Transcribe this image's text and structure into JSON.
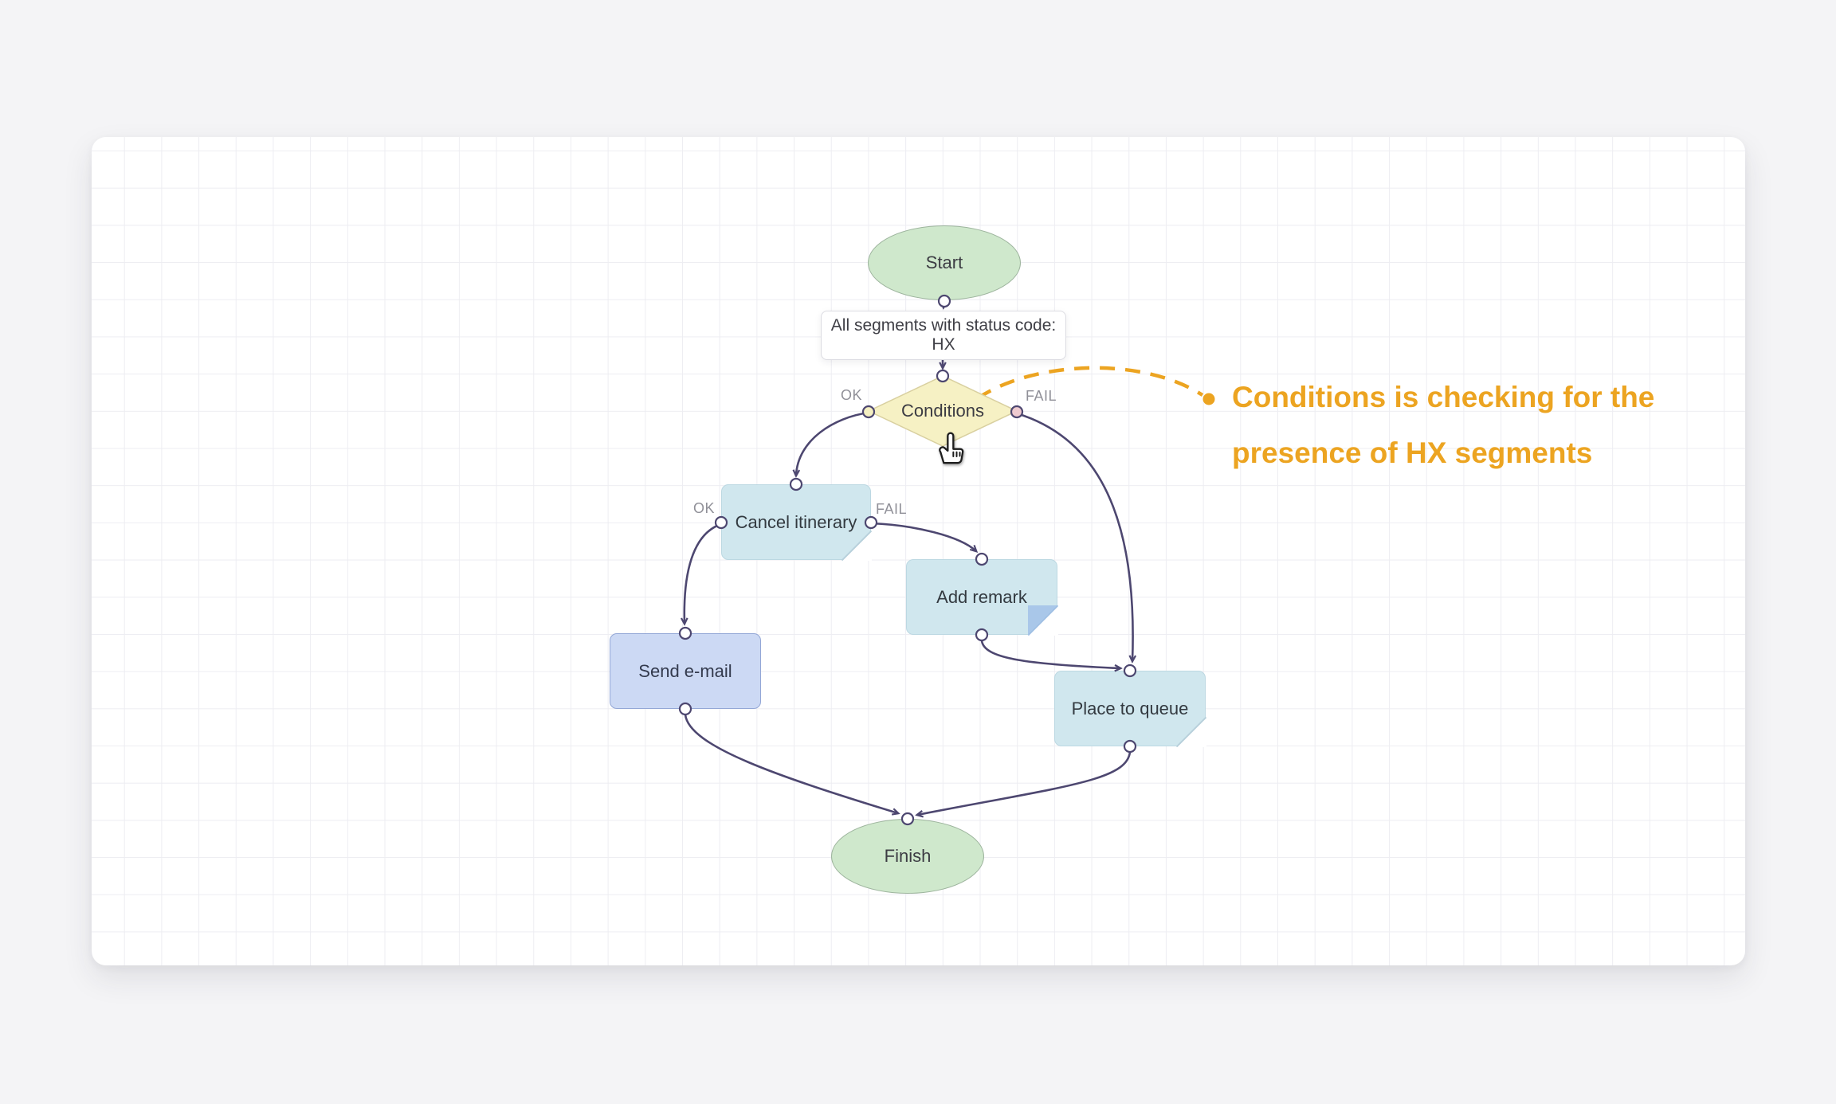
{
  "palette": {
    "page_background": "#f4f4f6",
    "canvas_background": "#ffffff",
    "grid_line": "#ededf2",
    "edge_color": "#4d4770",
    "start_finish_fill": "#cfe8cc",
    "start_finish_border": "#9db49d",
    "condition_fill": "#f6f1c4",
    "condition_border": "#d9d0a0",
    "action_fill": "#d0e7ee",
    "action_border": "#bcd8e2",
    "email_fill": "#ccd9f4",
    "email_border": "#93a7d6",
    "ok_port_fill": "#f4efc1",
    "fail_port_fill": "#eecacf",
    "annotation_orange": "#eca421",
    "port_label_gray": "#909098"
  },
  "nodes": {
    "start": {
      "label": "Start"
    },
    "trigger": {
      "label": "All segments with status code: HX"
    },
    "conditions": {
      "label": "Conditions",
      "ok": "OK",
      "fail": "FAIL"
    },
    "cancel_itinerary": {
      "label": "Cancel itinerary",
      "ok": "OK",
      "fail": "FAIL"
    },
    "add_remark": {
      "label": "Add remark"
    },
    "send_email": {
      "label": "Send e-mail"
    },
    "place_to_queue": {
      "label": "Place to queue"
    },
    "finish": {
      "label": "Finish"
    }
  },
  "annotation": {
    "line1": "Conditions is checking for the",
    "line2": "presence of HX segments"
  }
}
